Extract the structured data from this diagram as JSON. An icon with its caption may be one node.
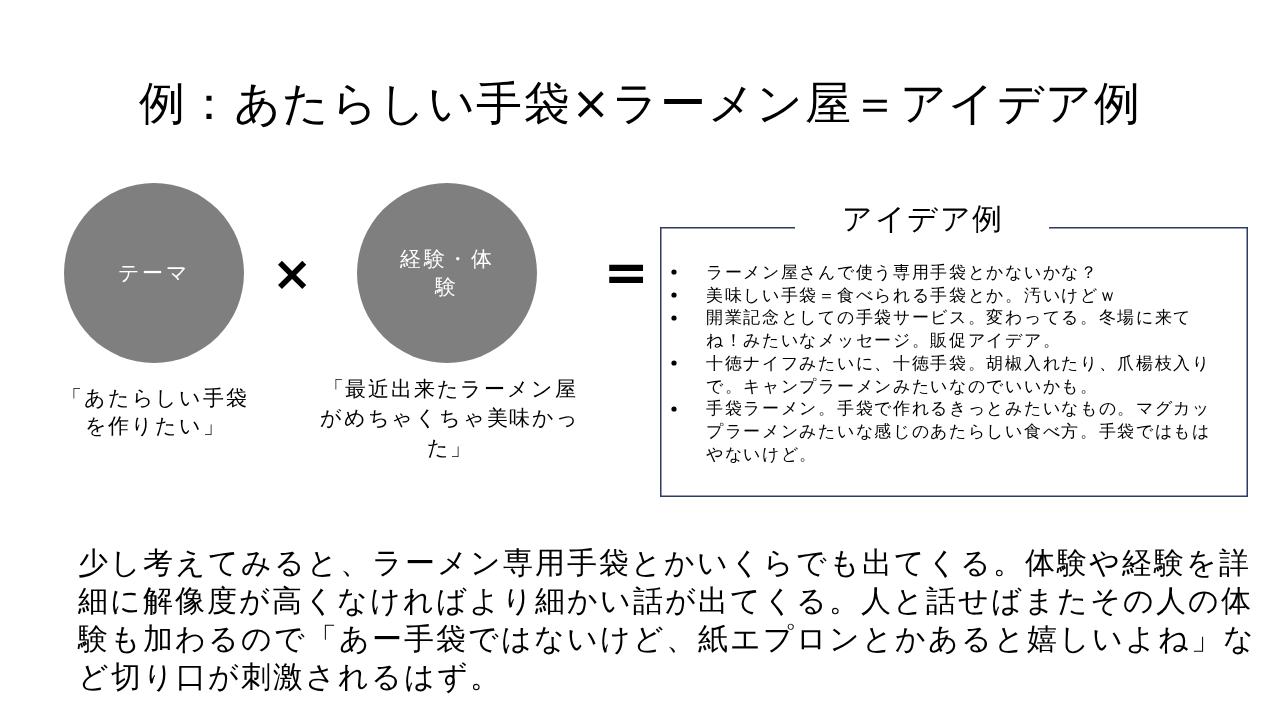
{
  "diagram": {
    "title": "例：あたらしい手袋×ラーメン屋＝アイデア例",
    "nodes": [
      {
        "text": [
          "テーマ"
        ],
        "beside": [
          "「あたらしい手袋を作りたい」"
        ]
      },
      {
        "text": [
          "経験・体験"
        ],
        "beside": [
          "「最近出来たラーメン屋がめちゃくちゃ美味かった」"
        ]
      },
      {
        "text": [
          "アイデア例",
          "ラーメン屋さんで使う専用手袋とかないかな？",
          "美味しい手袋＝食べられる手袋とか。汚いけどｗ",
          "開業記念としての手袋サービス。変わってる。冬場に来てね！みたいなメッセージ。販促アイデア。",
          "十徳ナイフみたいに、十徳手袋。胡椒入れたり、爪楊枝入りで。キャンプラーメンみたいなのでいいかも。",
          "手袋ラーメン。手袋で作れるきっとみたいなもの。マグカップラーメンみたいな感じのあたらしい食べ方。手袋ではもはやないけど。"
        ]
      }
    ],
    "labels": [
      "×",
      "=",
      "少し考えてみると、ラーメン専用手袋とかいくらでも出てくる。体験や経験を詳細に解像度が高くなければより細かい話が出てくる。人と話せばまたその人の体験も加わるので「あー手袋ではないけど、紙エプロンとかあると嬉しいよね」など切り口が刺激されるはず。"
    ]
  }
}
